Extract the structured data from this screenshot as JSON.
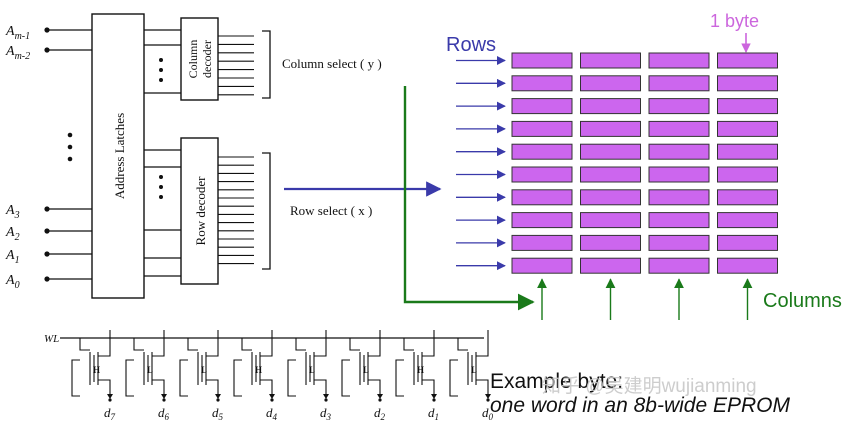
{
  "diagram": {
    "address_inputs": [
      {
        "base": "A",
        "sub": "m-1"
      },
      {
        "base": "A",
        "sub": "m-2"
      },
      {
        "base": "A",
        "sub": "3"
      },
      {
        "base": "A",
        "sub": "2"
      },
      {
        "base": "A",
        "sub": "1"
      },
      {
        "base": "A",
        "sub": "0"
      }
    ],
    "address_latches_label": "Address Latches",
    "column_decoder_label": [
      "Column",
      "decoder"
    ],
    "row_decoder_label": "Row decoder",
    "column_select_label": "Column select ( y )",
    "row_select_label": "Row select ( x )",
    "rows_label": "Rows",
    "columns_label": "Columns",
    "byte_label": "1 byte",
    "array": {
      "rows": 10,
      "cols": 4
    },
    "wordline_label": "WL",
    "bits": [
      {
        "data": "d7",
        "state": "H"
      },
      {
        "data": "d6",
        "state": "L"
      },
      {
        "data": "d5",
        "state": "L"
      },
      {
        "data": "d4",
        "state": "H"
      },
      {
        "data": "d3",
        "state": "L"
      },
      {
        "data": "d2",
        "state": "L"
      },
      {
        "data": "d1",
        "state": "H"
      },
      {
        "data": "d0",
        "state": "L"
      }
    ],
    "example_title": "Example byte:",
    "example_subtitle": "one word in an 8b-wide EPROM",
    "watermark": "知乎 @吴建明wujianming",
    "colors": {
      "cell_fill": "#cc66ee",
      "cell_stroke": "#333333",
      "row_arrow": "#3a3aaa",
      "column_line": "#1a7a1a",
      "byte_label": "#cc66dd"
    }
  }
}
